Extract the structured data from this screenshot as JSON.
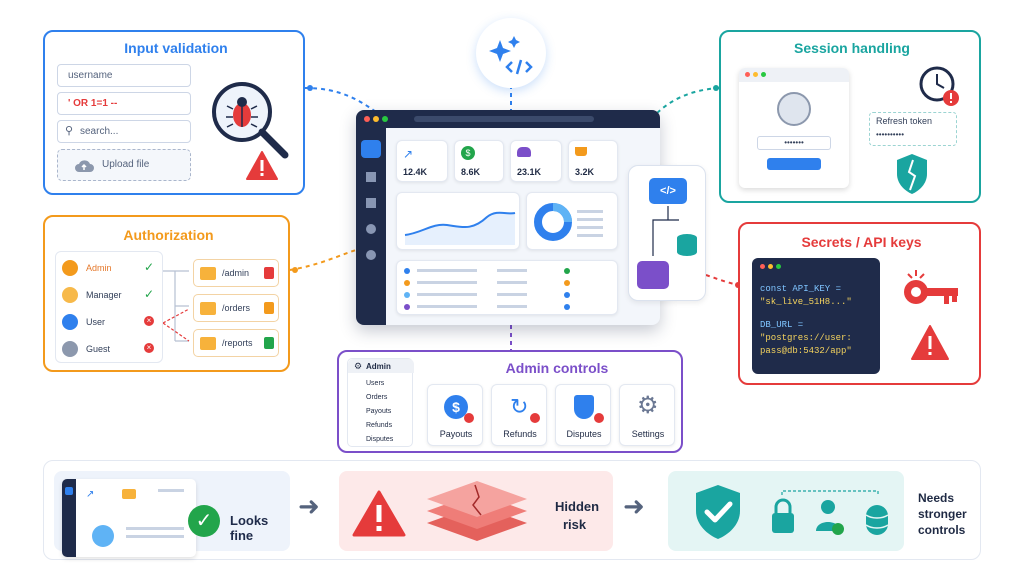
{
  "center_icon": "sparkle-code-icon",
  "input_validation": {
    "title": "Input validation",
    "fields": [
      "username",
      "' OR 1=1 --",
      "search..."
    ],
    "upload_label": "Upload file",
    "icons": [
      "bug-magnifier-icon",
      "warning-icon"
    ]
  },
  "authorization": {
    "title": "Authorization",
    "roles": [
      {
        "name": "Admin",
        "status": "check"
      },
      {
        "name": "Manager",
        "status": "check"
      },
      {
        "name": "User",
        "status": "x"
      },
      {
        "name": "Guest",
        "status": "x"
      }
    ],
    "routes": [
      "/admin",
      "/orders",
      "/reports"
    ]
  },
  "dashboard": {
    "stats": [
      "12.4K",
      "8.6K",
      "23.1K",
      "3.2K"
    ]
  },
  "session_handling": {
    "title": "Session handling",
    "refresh_label": "Refresh token",
    "password_mask": "•••••••",
    "token_mask": "••••••••••"
  },
  "secrets": {
    "title": "Secrets / API keys",
    "code_line1": "const API_KEY =",
    "code_line2": "\"sk_live_51H8...\"",
    "code_line3": "DB_URL =",
    "code_line4": "\"postgres://user:",
    "code_line5": "pass@db:5432/app\""
  },
  "admin_controls": {
    "title": "Admin controls",
    "menu_title": "Admin",
    "menu_items": [
      "Users",
      "Orders",
      "Payouts",
      "Refunds",
      "Disputes"
    ],
    "actions": [
      "Payouts",
      "Refunds",
      "Disputes",
      "Settings"
    ]
  },
  "flow": {
    "step1": "Looks fine",
    "step2_line1": "Hidden",
    "step2_line2": "risk",
    "step3_line1": "Needs",
    "step3_line2": "stronger",
    "step3_line3": "controls"
  },
  "colors": {
    "blue": "#2f80ed",
    "orange": "#f39a1c",
    "red": "#e53b3b",
    "teal": "#1aa5a0",
    "purple": "#7b4fc9",
    "navy": "#1f2b4a"
  }
}
